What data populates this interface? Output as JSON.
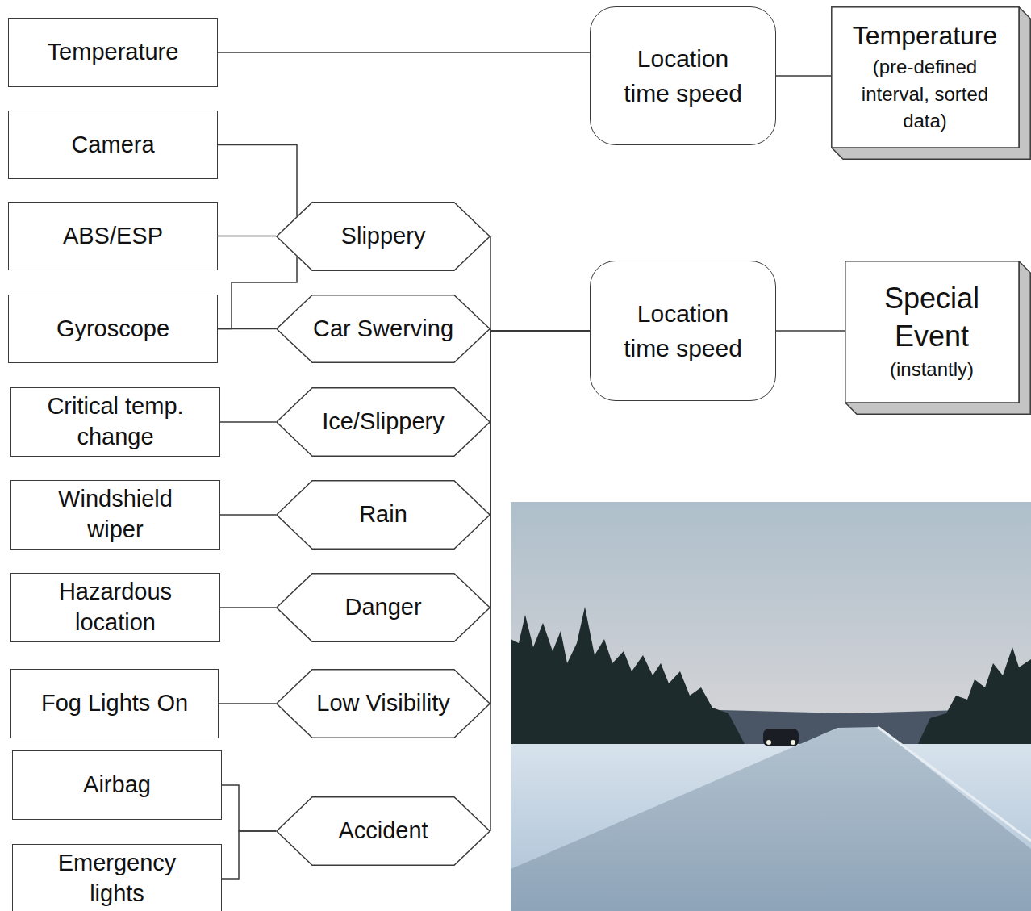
{
  "diagram": {
    "nodes": [
      {
        "text": [
          "Temperature"
        ]
      },
      {
        "text": [
          "Location time speed"
        ]
      },
      {
        "text": [
          "Temperature",
          "(pre-defined interval, sorted data)"
        ]
      },
      {
        "text": [
          "Camera"
        ]
      },
      {
        "text": [
          "Slippery"
        ]
      },
      {
        "text": [
          "ABS/ESP"
        ]
      },
      {
        "text": [
          "Gyroscope"
        ]
      },
      {
        "text": [
          "Car Swerving"
        ]
      },
      {
        "text": [
          "Location time speed"
        ]
      },
      {
        "text": [
          "Special Event",
          "(instantly)"
        ]
      },
      {
        "text": [
          "Critical temp. change"
        ]
      },
      {
        "text": [
          "Ice/Slippery"
        ]
      },
      {
        "text": [
          "Windshield wiper"
        ]
      },
      {
        "text": [
          "Rain"
        ]
      },
      {
        "text": [
          "Hazardous location"
        ]
      },
      {
        "text": [
          "Danger"
        ]
      },
      {
        "text": [
          "Fog Lights On"
        ]
      },
      {
        "text": [
          "Low Visibility"
        ]
      },
      {
        "text": [
          "Airbag"
        ]
      },
      {
        "text": [
          "Accident"
        ]
      },
      {
        "text": [
          "Emergency lights"
        ]
      }
    ],
    "edges": [
      {
        "from": 0,
        "to": 1,
        "arrow": "none"
      },
      {
        "from": 1,
        "to": 2,
        "arrow": "none"
      },
      {
        "from": 3,
        "to": 4,
        "arrow": "none"
      },
      {
        "from": 5,
        "to": 4,
        "arrow": "none"
      },
      {
        "from": 6,
        "to": 4,
        "arrow": "none"
      },
      {
        "from": 6,
        "to": 7,
        "arrow": "none"
      },
      {
        "from": 10,
        "to": 11,
        "arrow": "none"
      },
      {
        "from": 12,
        "to": 13,
        "arrow": "none"
      },
      {
        "from": 14,
        "to": 15,
        "arrow": "none"
      },
      {
        "from": 16,
        "to": 17,
        "arrow": "none"
      },
      {
        "from": 18,
        "to": 19,
        "arrow": "none"
      },
      {
        "from": 20,
        "to": 19,
        "arrow": "none"
      },
      {
        "from": 4,
        "to": 8,
        "arrow": "none"
      },
      {
        "from": 7,
        "to": 8,
        "arrow": "none"
      },
      {
        "from": 11,
        "to": 8,
        "arrow": "none"
      },
      {
        "from": 13,
        "to": 8,
        "arrow": "none"
      },
      {
        "from": 15,
        "to": 8,
        "arrow": "none"
      },
      {
        "from": 17,
        "to": 8,
        "arrow": "none"
      },
      {
        "from": 19,
        "to": 8,
        "arrow": "none"
      },
      {
        "from": 8,
        "to": 9,
        "arrow": "none"
      }
    ]
  }
}
